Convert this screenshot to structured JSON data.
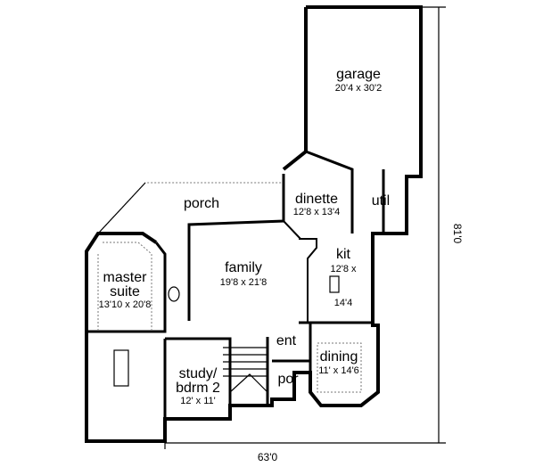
{
  "plan": {
    "rooms": [
      {
        "name": "garage",
        "size": "20'4 x 30'2"
      },
      {
        "name": "porch",
        "size": ""
      },
      {
        "name": "dinette",
        "size": "12'8 x 13'4"
      },
      {
        "name": "util",
        "size": ""
      },
      {
        "name": "kit",
        "size": "12'8 x",
        "size2": "14'4"
      },
      {
        "name": "family",
        "size": "19'8 x 21'8"
      },
      {
        "name": "master",
        "name2": "suite",
        "size": "13'10 x 20'8"
      },
      {
        "name": "ent",
        "size": ""
      },
      {
        "name": "dining",
        "size": "11' x 14'6"
      },
      {
        "name": "por",
        "size": ""
      },
      {
        "name": "study/",
        "name2": "bdrm 2",
        "size": "12' x 11'"
      }
    ],
    "overall_width": "63'0",
    "overall_depth": "81'0"
  }
}
